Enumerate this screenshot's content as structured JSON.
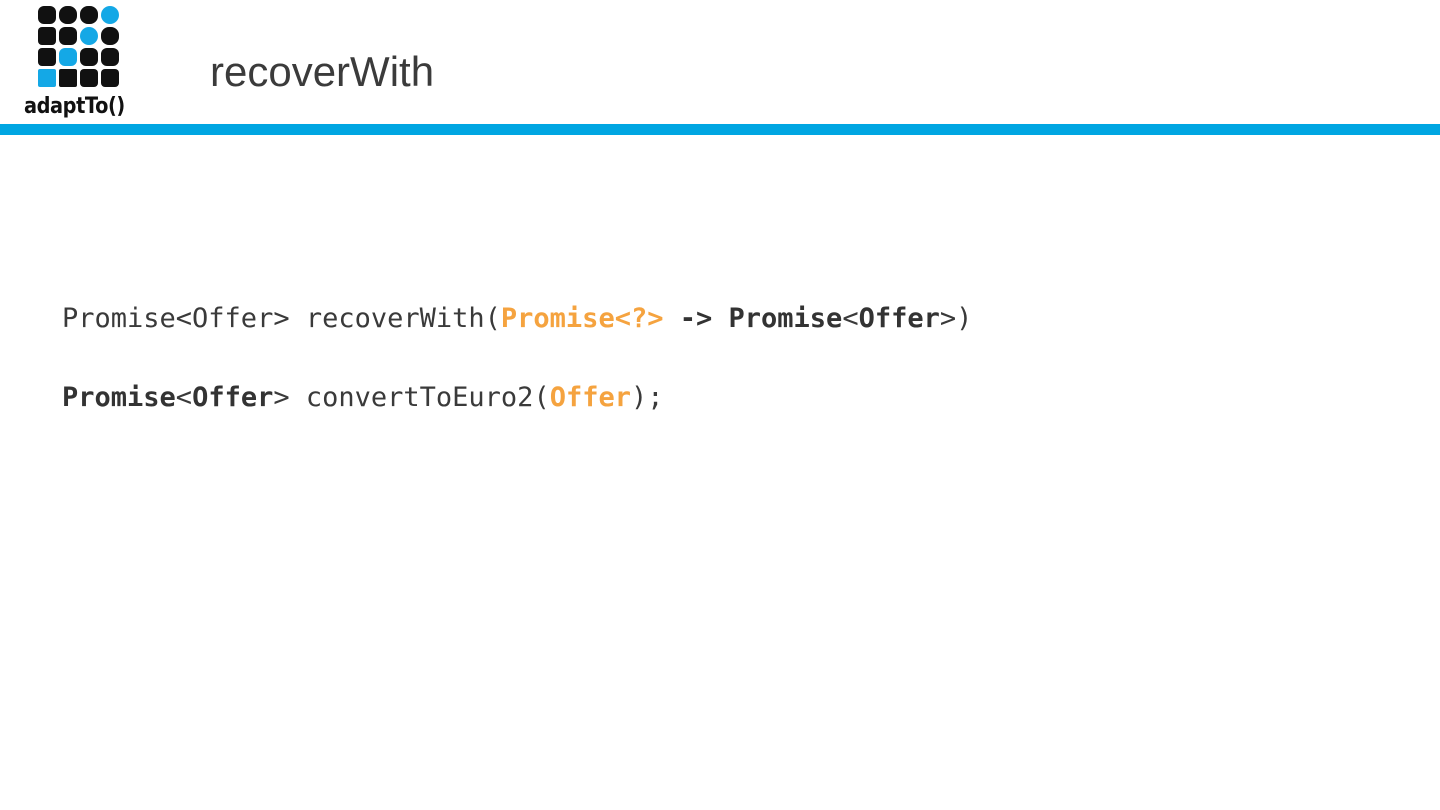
{
  "slide": {
    "title": "recoverWith",
    "background_color": "#ffffff"
  },
  "brand": {
    "wordmark": "adaptTo()",
    "logo_icon_name": "adaptto-grid-logo",
    "accent_color": "#00A6E2",
    "dark_color": "#111111",
    "grid": {
      "rows": 4,
      "cols": 4,
      "accent_cells": [
        3,
        6,
        9,
        12
      ]
    }
  },
  "accent_bar": {
    "color": "#00A6E2"
  },
  "code": {
    "text_color": "#3a3a3a",
    "highlight_color": "#F5A33F",
    "lines": [
      {
        "id": "signature-line",
        "plain_text": "Promise<Offer> recoverWith(Promise<?> -> Promise<Offer>)",
        "tokens": [
          {
            "text": "Promise<Offer> recoverWith(",
            "style": "plain"
          },
          {
            "text": "Promise<?>",
            "style": "accent"
          },
          {
            "text": " ",
            "style": "plain"
          },
          {
            "text": "->",
            "style": "strong"
          },
          {
            "text": " ",
            "style": "plain"
          },
          {
            "text": "Promise",
            "style": "strong"
          },
          {
            "text": "<",
            "style": "plain"
          },
          {
            "text": "Offer",
            "style": "strong"
          },
          {
            "text": ">",
            "style": "plain"
          },
          {
            "text": ")",
            "style": "plain"
          }
        ]
      },
      {
        "id": "usage-line",
        "plain_text": "Promise<Offer> convertToEuro2(Offer);",
        "tokens": [
          {
            "text": "Promise",
            "style": "strong"
          },
          {
            "text": "<",
            "style": "plain"
          },
          {
            "text": "Offer",
            "style": "strong"
          },
          {
            "text": ">",
            "style": "plain"
          },
          {
            "text": " convertToEuro2(",
            "style": "plain"
          },
          {
            "text": "Offer",
            "style": "accent"
          },
          {
            "text": ");",
            "style": "plain"
          }
        ]
      }
    ]
  }
}
